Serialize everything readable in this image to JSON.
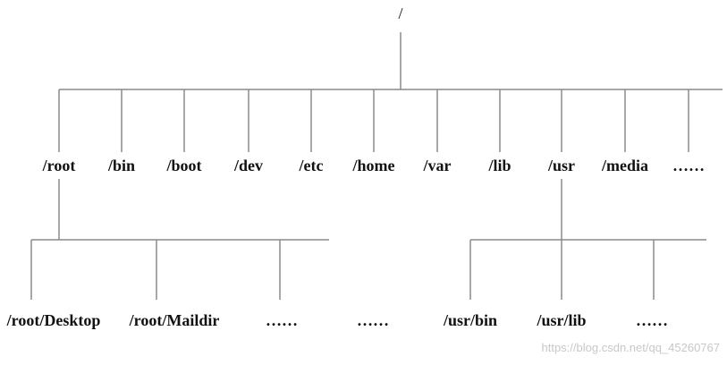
{
  "tree": {
    "root": "/",
    "level1": [
      "/root",
      "/bin",
      "/boot",
      "/dev",
      "/etc",
      "/home",
      "/var",
      "/lib",
      "/usr",
      "/media",
      "……"
    ],
    "root_children": [
      "/root/Desktop",
      "/root/Maildir",
      "……",
      "……"
    ],
    "usr_children": [
      "/usr/bin",
      "/usr/lib",
      "……"
    ]
  },
  "watermark": "https://blog.csdn.net/qq_45260767",
  "colors": {
    "line": "#8a8a8a",
    "text": "#111111",
    "watermark": "#c8c8c8"
  }
}
